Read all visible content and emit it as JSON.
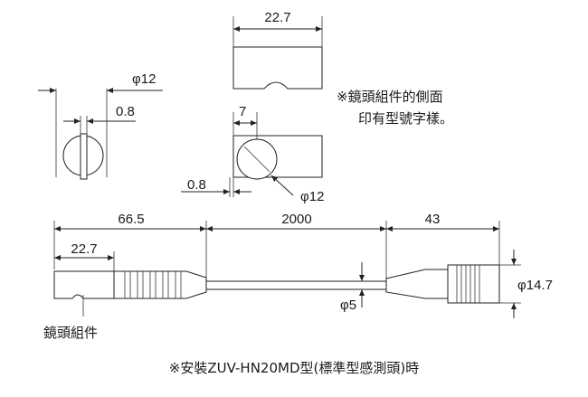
{
  "dimensions": {
    "front_width": "22.7",
    "side_diameter": "φ12",
    "side_offset": "0.8",
    "top_lens_offset": "7",
    "bottom_offset": "0.8",
    "lens_diameter": "φ12",
    "lens_length": "66.5",
    "cable_length": "2000",
    "connector_length": "43",
    "lens_inner_length": "22.7",
    "connector_diameter": "φ14.7",
    "cable_diameter": "φ5"
  },
  "notes": {
    "marking_line1": "※鏡頭組件的側面",
    "marking_line2": "印有型號字樣。",
    "lens_assembly_label": "鏡頭組件",
    "caption": "※安裝ZUV-HN20MD型(標準型感測頭)時"
  }
}
